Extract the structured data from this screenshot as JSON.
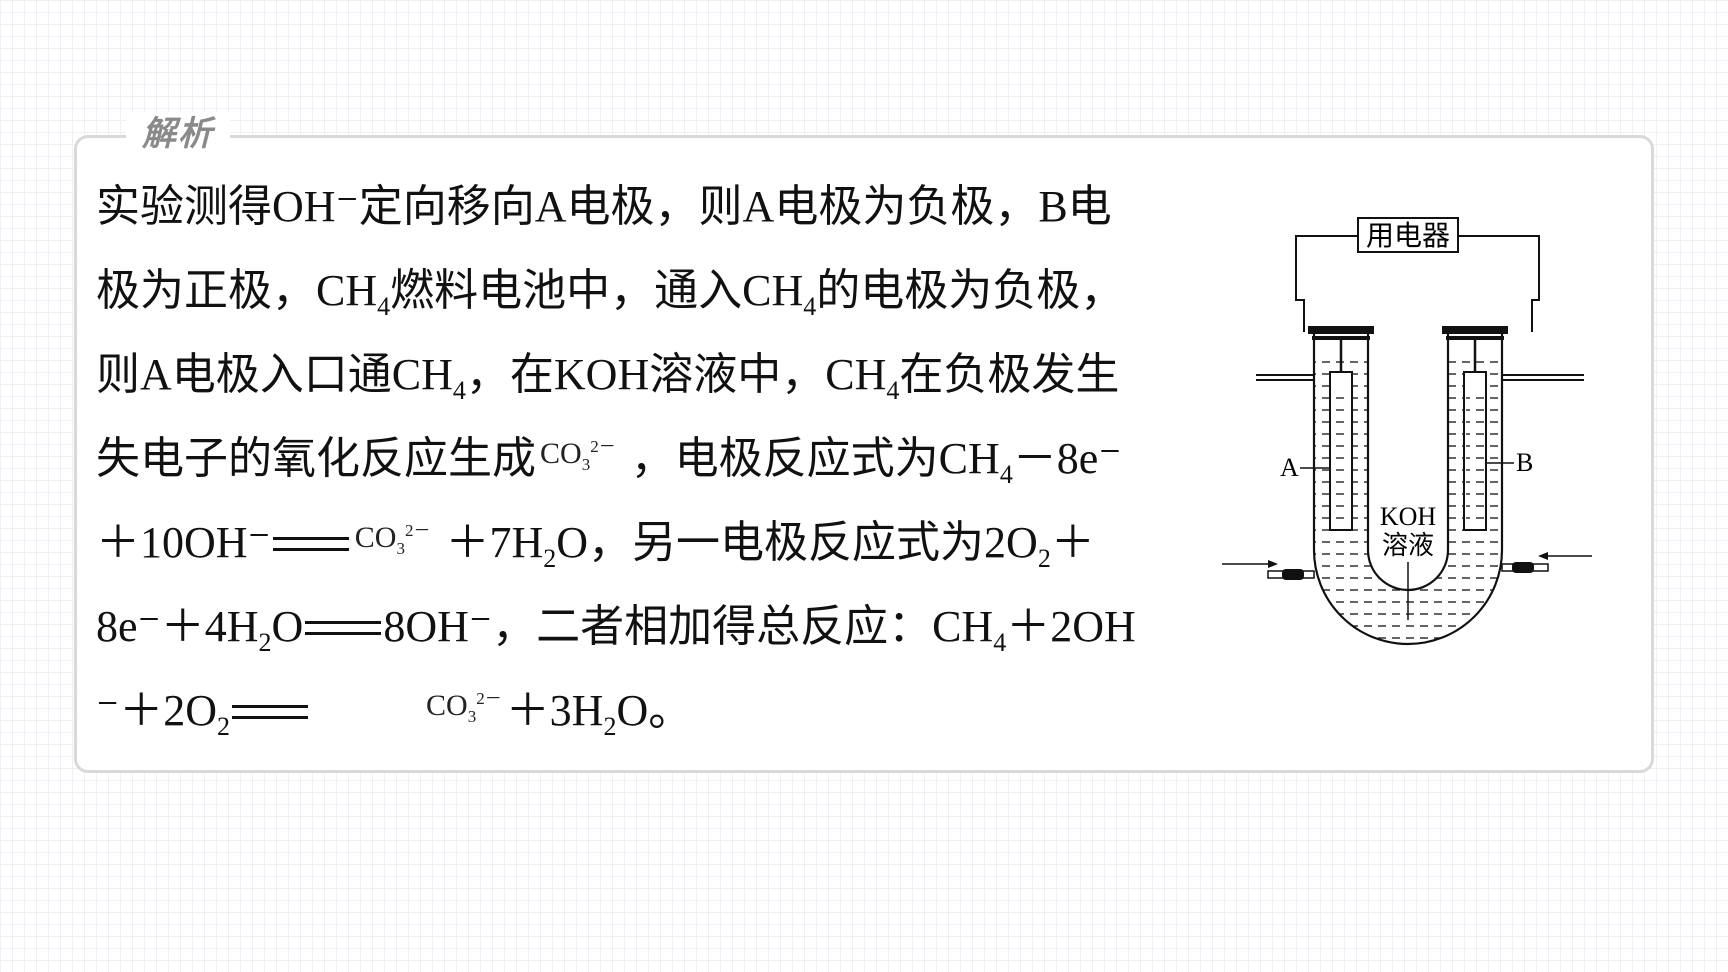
{
  "section": {
    "label": "解析"
  },
  "lines": [
    {
      "a": "实验测得OH",
      "b": "⁻定向移向A电极，则A电极为负极，B电"
    },
    {
      "a": "极为正极，CH",
      "a_sub": "4",
      "b": "燃料电池中，通入CH",
      "b_sub": "4",
      "c": "的电极为负极，"
    },
    {
      "a": "则A电极入口通CH",
      "a_sub": "4",
      "b": "，在KOH溶液中，CH",
      "b_sub": "4",
      "c": "在负极发生"
    },
    {
      "a": "失电子的氧化反应生成",
      "b": " ，电极反应式为CH",
      "b_sub": "4",
      "c": "－8e⁻"
    },
    {
      "a": "＋10OH⁻",
      "b": " ＋7H",
      "b_sub": "2",
      "c": "O，另一电极反应式为2O",
      "c_sub": "2",
      "d": "＋"
    },
    {
      "a": "8e⁻＋4H",
      "a_sub": "2",
      "b": "O",
      "c": "8OH⁻，二者相加得总反应：CH",
      "c_sub": "4",
      "d": "＋2OH"
    },
    {
      "a": "⁻＋2O",
      "a_sub": "2",
      "b": "＋3H",
      "b_sub": "2",
      "c": "O。"
    }
  ],
  "ion": {
    "base": "CO",
    "sub": "3",
    "sup": "2－"
  },
  "diagram": {
    "appliance_label": "用电器",
    "electrode_a": "A",
    "electrode_b": "B",
    "solution_line1": "KOH",
    "solution_line2": "溶液"
  }
}
